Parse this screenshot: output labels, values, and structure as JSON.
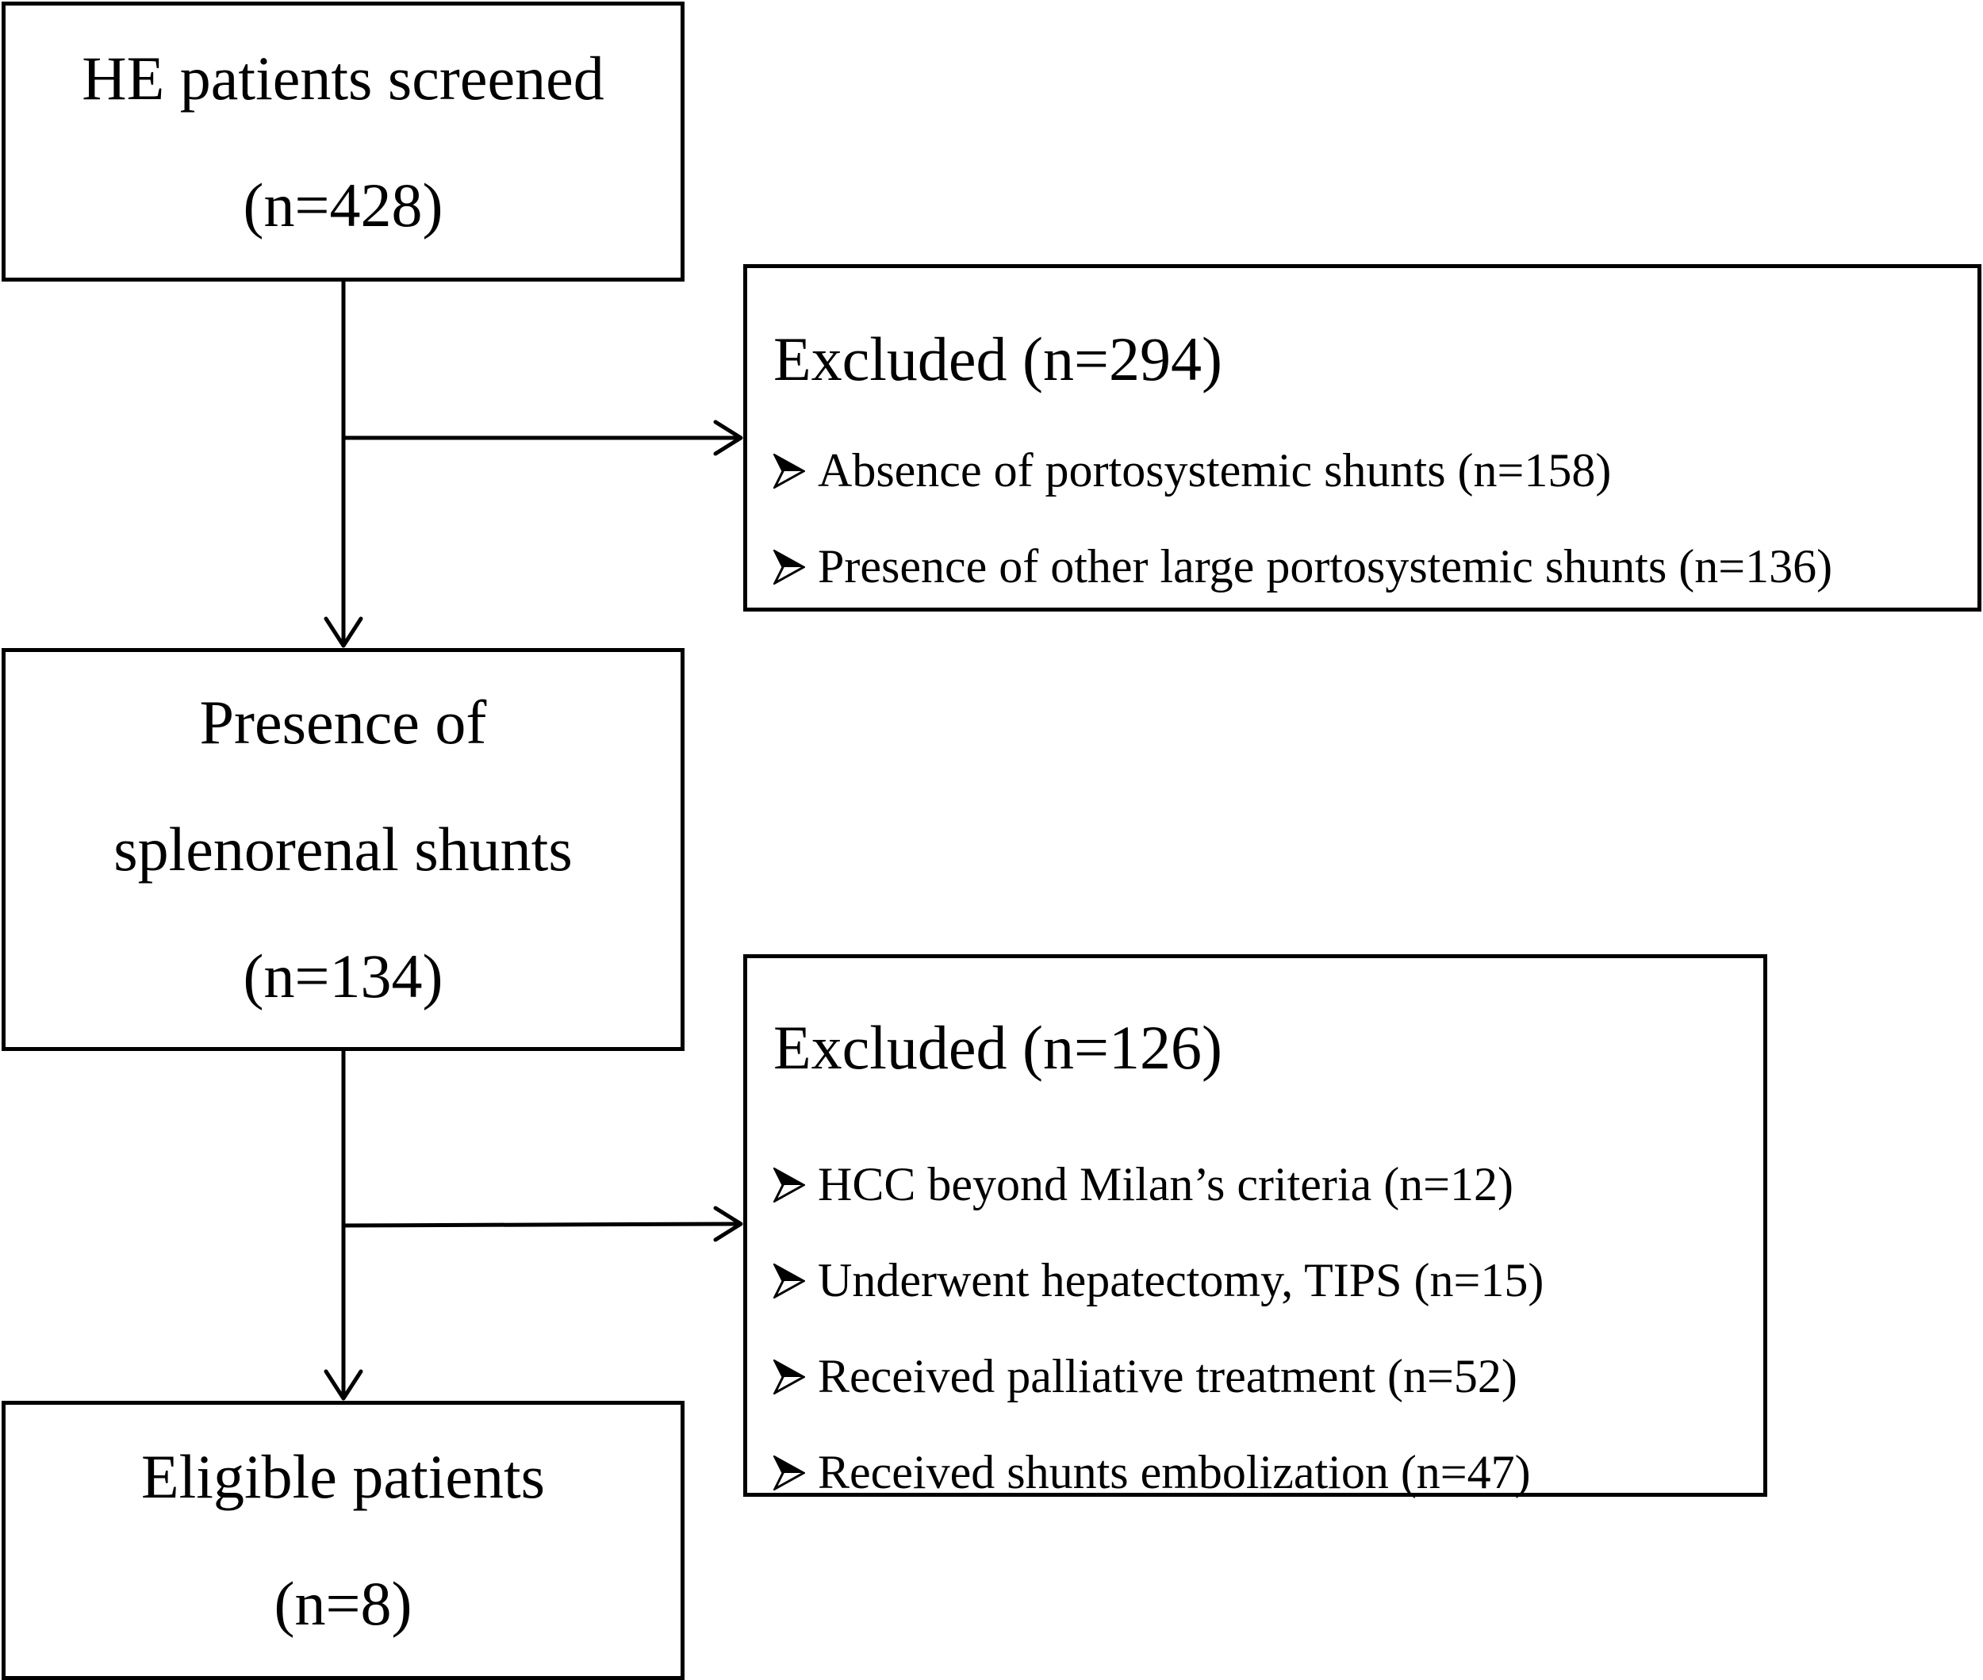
{
  "flowchart": {
    "screened": {
      "line1": "HE patients screened",
      "line2": "(n=428)"
    },
    "excluded_1": {
      "title": "Excluded (n=294)",
      "items": [
        "Absence of portosystemic shunts (n=158)",
        "Presence of other large portosystemic shunts (n=136)"
      ]
    },
    "splenorenal": {
      "line1": "Presence of",
      "line2": "splenorenal shunts",
      "line3": "(n=134)"
    },
    "excluded_2": {
      "title": "Excluded (n=126)",
      "items": [
        "HCC beyond Milan’s criteria (n=12)",
        "Underwent hepatectomy, TIPS (n=15)",
        "Received palliative treatment  (n=52)",
        "Received shunts embolization (n=47)"
      ]
    },
    "eligible": {
      "line1": "Eligible patients",
      "line2": "(n=8)"
    }
  },
  "icons": {
    "bullet": "arrowhead-bullet-icon"
  },
  "colors": {
    "line": "#000000",
    "background": "#ffffff"
  }
}
